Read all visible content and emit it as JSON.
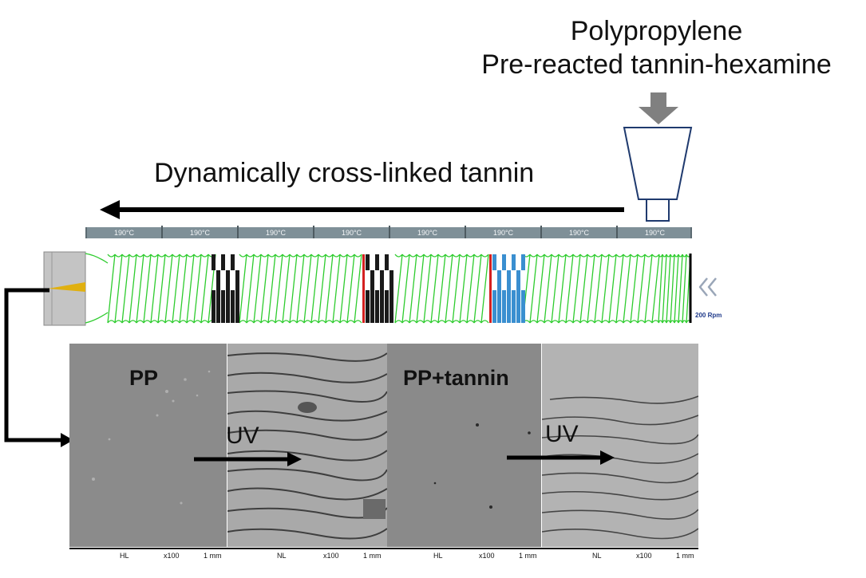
{
  "feed": {
    "line1": "Polypropylene",
    "line2": "Pre-reacted tannin-hexamine"
  },
  "flow_label": "Dynamically cross-linked tannin",
  "barrel_zones": [
    "190°C",
    "190°C",
    "190°C",
    "190°C",
    "190°C",
    "190°C",
    "190°C",
    "190°C"
  ],
  "screw_speed": "200 Rpm",
  "micrographs": [
    {
      "label": "PP",
      "scale": [
        "HL",
        "x100",
        "1 mm"
      ]
    },
    {
      "label": "",
      "scale": [
        "NL",
        "x100",
        "1 mm"
      ]
    },
    {
      "label": "PP+tannin",
      "scale": [
        "HL",
        "x100",
        "1 mm"
      ]
    },
    {
      "label": "",
      "scale": [
        "NL",
        "x100",
        "1 mm"
      ]
    }
  ],
  "uv_labels": [
    "UV",
    "UV"
  ],
  "colors": {
    "screw_flight": "#2ecc2e",
    "kneading_black": "#1a1a1a",
    "kneading_red": "#d42020",
    "kneading_blue": "#3a8fd0",
    "barrel": "#7f9098",
    "die_tip": "#e0b010"
  }
}
